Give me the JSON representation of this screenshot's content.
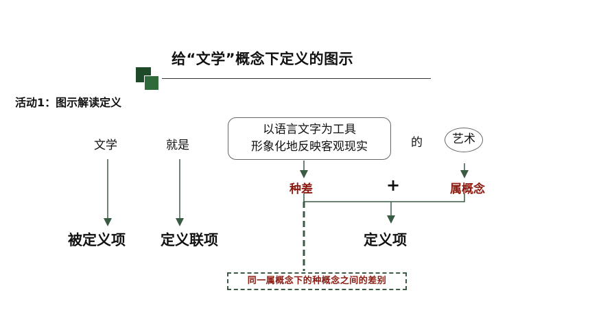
{
  "title": "给“文学”概念下定义的图示",
  "activity_label": "活动1：图示解读定义",
  "sentence": {
    "term": "文学",
    "copula": "就是",
    "differentia_text_line1": "以语言文字为工具",
    "differentia_text_line2": "形象化地反映客观现实",
    "particle": "的",
    "genus_text": "艺术"
  },
  "mapping": {
    "differentia_label": "种差",
    "plus": "+",
    "genus_label": "属概念",
    "definiendum": "被定义项",
    "definitional_connective": "定义联项",
    "definiens": "定义项"
  },
  "note": "同一属概念下的种概念之间的差别",
  "colors": {
    "accent_red": "#8b1a10",
    "line_green": "#3a5a44",
    "square_dark": "#1e4a2a",
    "square_light": "#2f6a3a"
  }
}
